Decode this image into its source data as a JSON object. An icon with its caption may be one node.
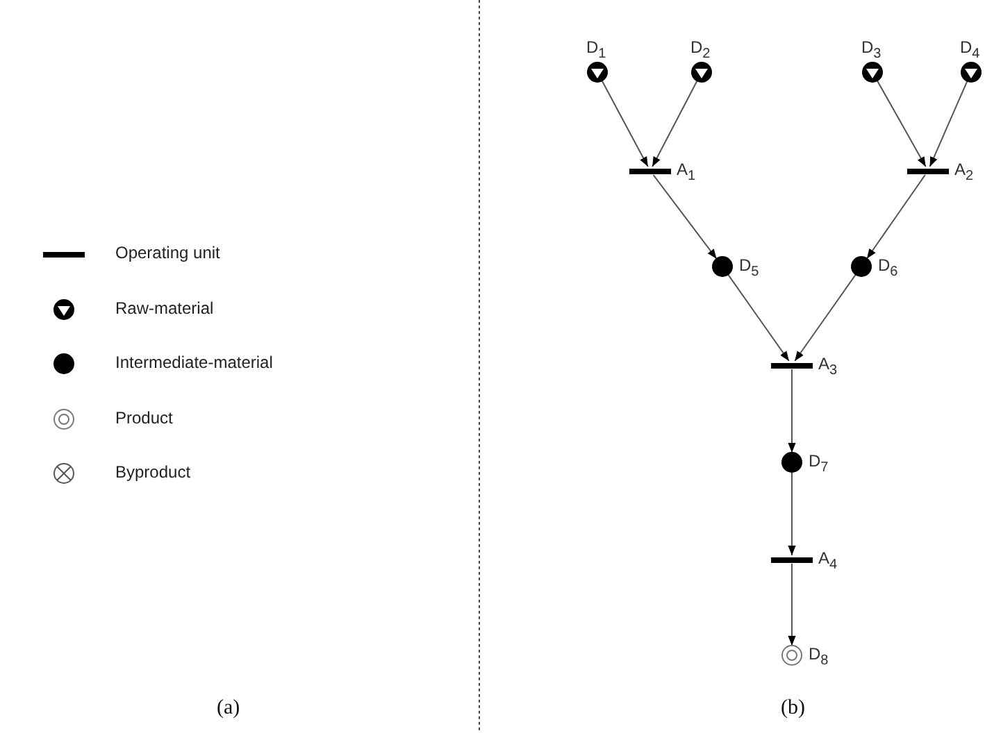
{
  "diagram": {
    "nodes": [
      {
        "text": [
          "D$_{1}$"
        ]
      },
      {
        "text": [
          "D$_{2}$"
        ]
      },
      {
        "text": [
          "D$_{3}$"
        ]
      },
      {
        "text": [
          "D$_{4}$"
        ]
      },
      {
        "text": [
          "A$_{1}$"
        ]
      },
      {
        "text": [
          "A$_{2}$"
        ]
      },
      {
        "text": [
          "D$_{5}$"
        ]
      },
      {
        "text": [
          "D$_{6}$"
        ]
      },
      {
        "text": [
          "A$_{3}$"
        ]
      },
      {
        "text": [
          "D$_{7}$"
        ]
      },
      {
        "text": [
          "A$_{4}$"
        ]
      },
      {
        "text": [
          "D$_{8}$"
        ]
      }
    ],
    "edges": [
      {
        "from": 0,
        "to": 4,
        "arrow": "to"
      },
      {
        "from": 1,
        "to": 4,
        "arrow": "to"
      },
      {
        "from": 2,
        "to": 5,
        "arrow": "to"
      },
      {
        "from": 3,
        "to": 5,
        "arrow": "to"
      },
      {
        "from": 4,
        "to": 6,
        "arrow": "to"
      },
      {
        "from": 5,
        "to": 7,
        "arrow": "to"
      },
      {
        "from": 6,
        "to": 8,
        "arrow": "to"
      },
      {
        "from": 7,
        "to": 8,
        "arrow": "to"
      },
      {
        "from": 8,
        "to": 9,
        "arrow": "to"
      },
      {
        "from": 9,
        "to": 10,
        "arrow": "to"
      },
      {
        "from": 10,
        "to": 11,
        "arrow": "to"
      }
    ],
    "labels": [
      "(a)",
      "(b)"
    ],
    "legend": [
      {
        "text": "Operating unit"
      },
      {
        "text": "Raw-material"
      },
      {
        "text": "Intermediate-material"
      },
      {
        "text": "Product"
      },
      {
        "text": "Byproduct"
      }
    ]
  }
}
